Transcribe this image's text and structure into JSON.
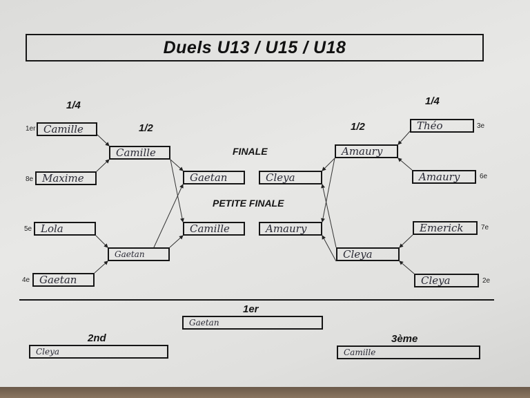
{
  "title": "Duels U13 / U15 / U18",
  "headers": {
    "quarter_left": "1/4",
    "quarter_right": "1/4",
    "semi_left": "1/2",
    "semi_right": "1/2",
    "final": "FINALE",
    "small_final": "PETITE FINALE",
    "first": "1er",
    "second": "2nd",
    "third": "3ème"
  },
  "left": {
    "quarters": [
      {
        "seed": "1er",
        "name": "Camille"
      },
      {
        "seed": "8e",
        "name": "Maxime"
      },
      {
        "seed": "5e",
        "name": "Lola"
      },
      {
        "seed": "4e",
        "name": "Gaetan"
      }
    ],
    "semis": [
      "Camille",
      "Gaetan"
    ]
  },
  "right": {
    "quarters": [
      {
        "seed": "3e",
        "name": "Théo"
      },
      {
        "seed": "6e",
        "name": "Amaury"
      },
      {
        "seed": "7e",
        "name": "Emerick"
      },
      {
        "seed": "2e",
        "name": "Cleya"
      }
    ],
    "semis": [
      "Amaury",
      "Cleya"
    ]
  },
  "final": {
    "left": "Gaetan",
    "right": "Cleya"
  },
  "small_final": {
    "left": "Camille",
    "right": "Amaury"
  },
  "podium": {
    "first": "Gaetan",
    "second": "Cleya",
    "third": "Camille"
  }
}
